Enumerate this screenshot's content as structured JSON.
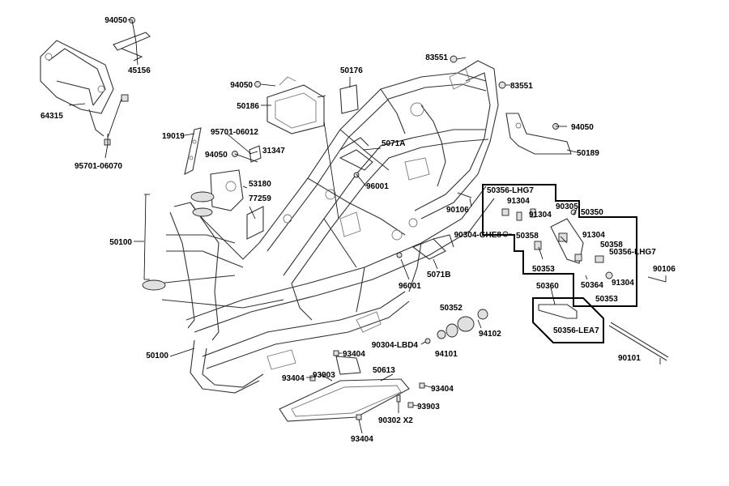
{
  "labels": [
    "94050",
    "45156",
    "64315",
    "95701-06070",
    "19019",
    "95701-06012",
    "94050",
    "31347",
    "53180",
    "77259",
    "50100",
    "50100",
    "94050",
    "50186",
    "50176",
    "5071A",
    "96001",
    "96001",
    "5071B",
    "83551",
    "83551",
    "94050",
    "50189",
    "50356-LHG7",
    "91304",
    "90305",
    "50350",
    "91304",
    "90304-GHE8",
    "50358",
    "91304",
    "50358",
    "50356-LHG7",
    "90106",
    "90106",
    "50353",
    "50364",
    "91304",
    "50353",
    "50360",
    "50356-LEA7",
    "50352",
    "94102",
    "94101",
    "90304-LBD4",
    "93404",
    "93903",
    "50613",
    "93404",
    "93404",
    "93903",
    "90302 X2",
    "93404",
    "90101"
  ]
}
